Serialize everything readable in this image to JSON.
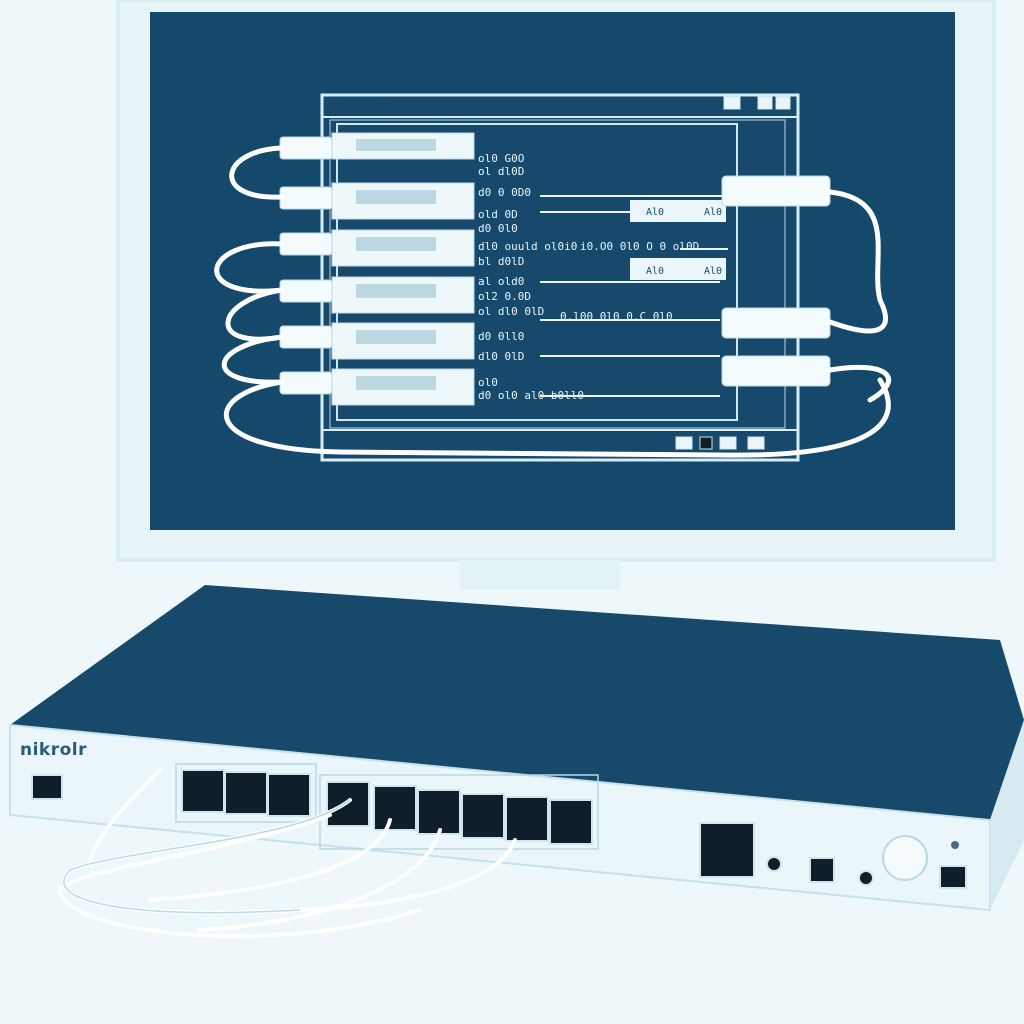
{
  "window": {
    "title": "coduuhe",
    "rows": [
      {
        "lines": [
          "ol0 G0O",
          "ol dl0D"
        ]
      },
      {
        "lines": [
          "d0 0 0D0",
          "old 0D"
        ]
      },
      {
        "lines": [
          "d0 0l0"
        ]
      },
      {
        "lines": [
          "dl0 ouuld ol0i0",
          "bl d0lD"
        ]
      },
      {
        "lines": [
          "al old0",
          "ol2 0.0D",
          "ol dl0 0lD"
        ]
      },
      {
        "lines": [
          "d0 0ll0",
          "dl0 0lD"
        ]
      },
      {
        "lines": [
          "ol0",
          "d0 ol0 al0 b0ll0"
        ]
      }
    ],
    "inline_values": [
      "i0.O0 0l0 O 0 ol0D",
      "0.l00 0l0 0.C 0l0"
    ],
    "port_tags": [
      "Al0",
      "Al0",
      "Al0",
      "Al0"
    ]
  },
  "router": {
    "brand": "nikrolr"
  },
  "colors": {
    "navy": "#16496b",
    "background": "#eef8fb",
    "cable": "#ffffff",
    "port": "#0f1e29"
  }
}
